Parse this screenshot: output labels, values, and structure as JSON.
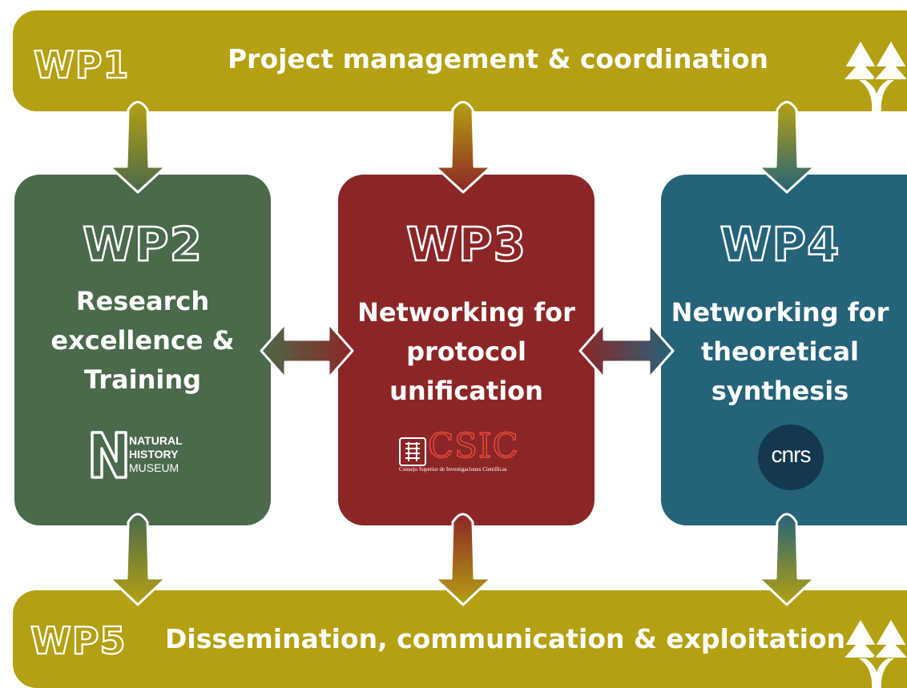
{
  "wp1": {
    "tag": "WP1",
    "title": "Project management & coordination"
  },
  "wp2": {
    "tag": "WP2",
    "lines": [
      "Research",
      "excellence &",
      "Training"
    ]
  },
  "wp3": {
    "tag": "WP3",
    "lines": [
      "Networking for",
      "protocol",
      "unification"
    ]
  },
  "wp4": {
    "tag": "WP4",
    "lines": [
      "Networking for",
      "theoretical",
      "synthesis"
    ]
  },
  "wp5": {
    "tag": "WP5",
    "title": "Dissemination, communication & exploitation"
  },
  "logos": {
    "nhm_lines": [
      "NATURAL",
      "HISTORY",
      "MUSEUM"
    ],
    "csic_text": "CSIC",
    "csic_subtitle": "Consejo Superior de Investigaciones Científicas",
    "cnrs_text": "cnrs"
  },
  "colors": {
    "olive": "#b4a012",
    "green": "#4a6a4b",
    "red": "#8c2626",
    "teal": "#24637a"
  }
}
